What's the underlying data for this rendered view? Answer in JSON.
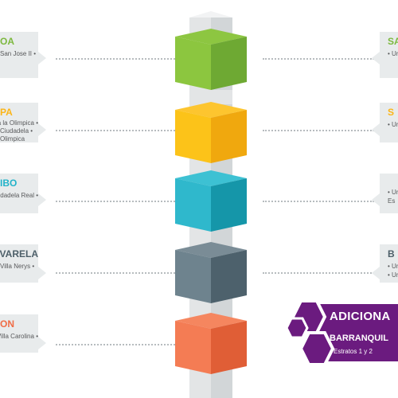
{
  "colors": {
    "green": "#7cb83e",
    "yellow": "#fbb518",
    "cyan": "#23b3c9",
    "slate": "#5d717c",
    "orange": "#f06c46",
    "purple": "#6b1b7f",
    "pillar": "#e3e5e6",
    "card": "#e8ebec"
  },
  "left_cards": [
    {
      "title": "OA",
      "color": "#7cb83e",
      "lines": [
        "• San Jose II"
      ]
    },
    {
      "title": "PA",
      "color": "#fbb518",
      "lines": [
        "• Ciudadela la Olimpica",
        "• Ciudadela",
        "Olimpica"
      ]
    },
    {
      "title": "IBO",
      "color": "#23b3c9",
      "lines": [
        "• Ciudadela Real"
      ]
    },
    {
      "title": "VARELA",
      "color": "#4d5f69",
      "lines": [
        "• Villa Nerys"
      ]
    },
    {
      "title": "ON",
      "color": "#f06c46",
      "lines": [
        "• Villa Carolina"
      ]
    }
  ],
  "right_cards": [
    {
      "title": "SA",
      "color": "#7cb83e",
      "lines": [
        "• Ur"
      ]
    },
    {
      "title": "S",
      "color": "#fbb518",
      "lines": [
        "• Ur"
      ]
    },
    {
      "title": "",
      "color": "#23b3c9",
      "lines": [
        "• Ur",
        "Es"
      ]
    },
    {
      "title": "B",
      "color": "#4d5f69",
      "lines": [
        "• Ur",
        "• Ur"
      ]
    }
  ],
  "extra": {
    "title": "ADICIONA",
    "subtitle": "BARRANQUIL",
    "line": "• Estratos 1 y 2"
  }
}
